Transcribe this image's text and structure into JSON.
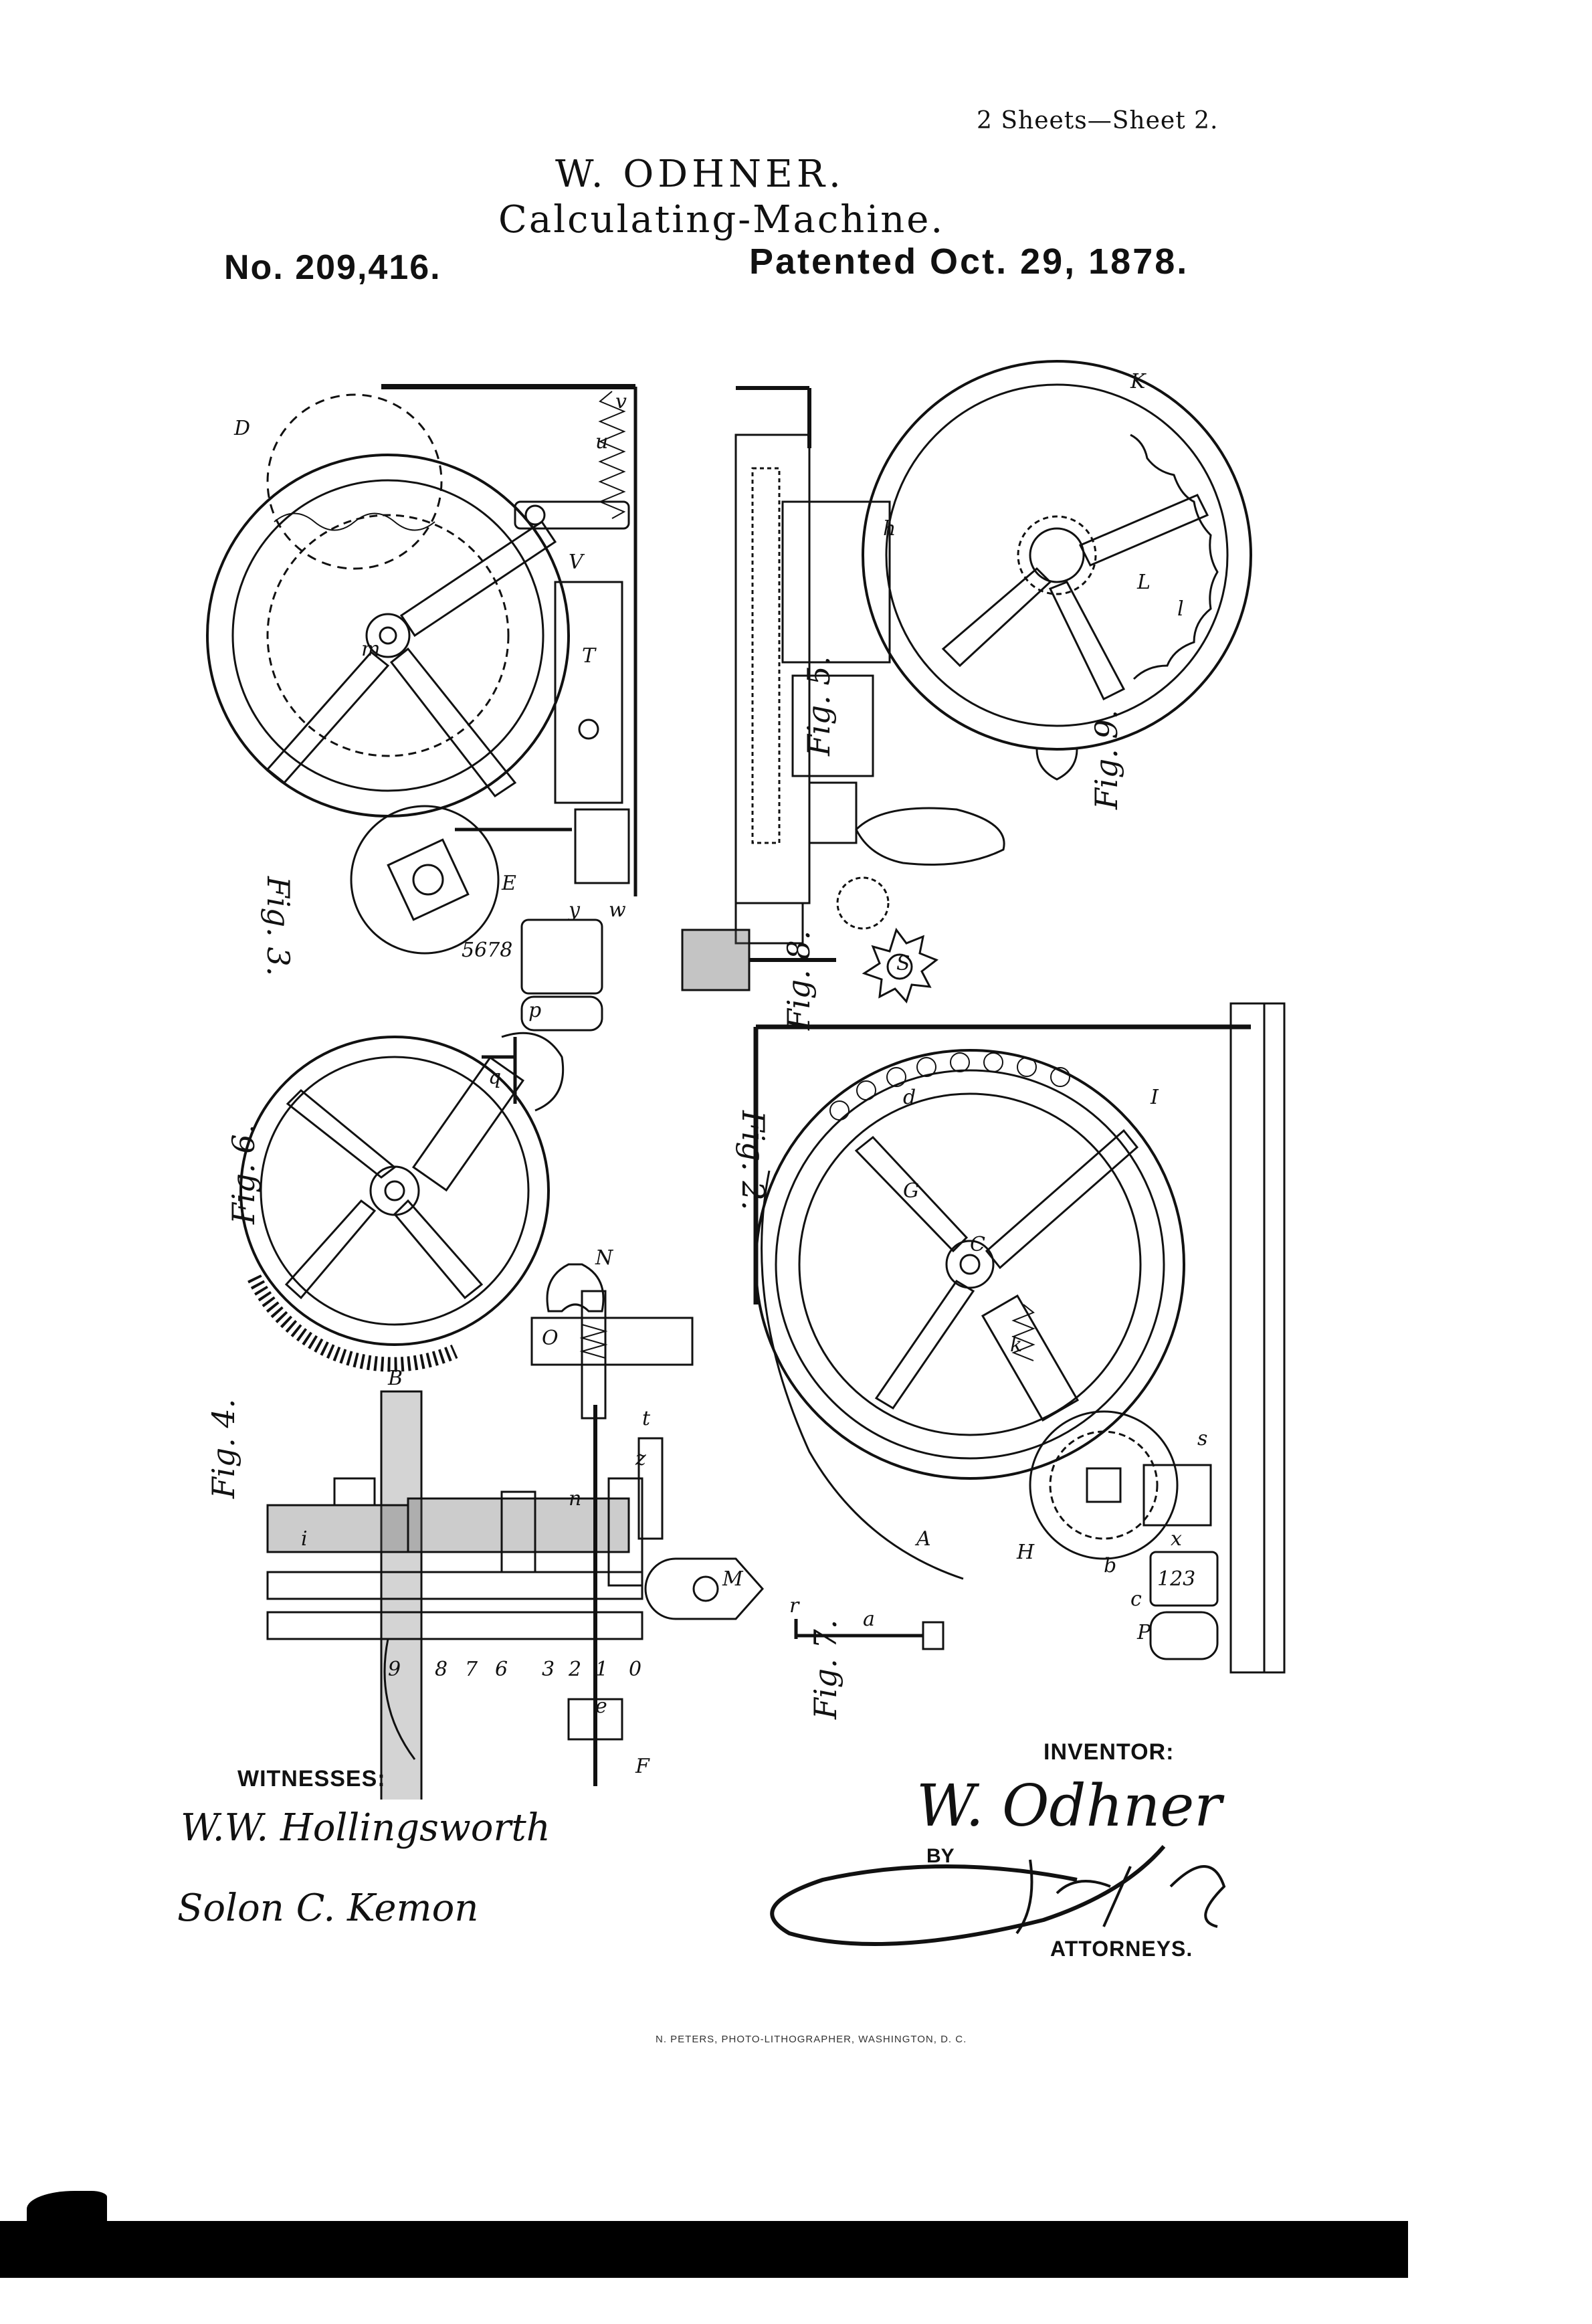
{
  "header": {
    "sheets": "2 Sheets—Sheet 2.",
    "inventor_name": "W. ODHNER.",
    "title": "Calculating-Machine.",
    "patent_number": "No. 209,416.",
    "patented_date": "Patented Oct. 29, 1878."
  },
  "figures": {
    "fig2": "Fig. 2.",
    "fig3": "Fig. 3.",
    "fig4": "Fig. 4.",
    "fig5": "Fig. 5.",
    "fig6": "Fig. 6.",
    "fig7": "Fig. 7.",
    "fig8": "Fig. 8.",
    "fig9": "Fig. 9.",
    "counter_digits_top": "5678",
    "counter_digits_bottom": "123",
    "fig4_digits": [
      "9",
      "8",
      "7",
      "6",
      "3",
      "2",
      "1",
      "0"
    ]
  },
  "labels": [
    "A",
    "B",
    "C",
    "D",
    "E",
    "F",
    "G",
    "H",
    "I",
    "K",
    "L",
    "M",
    "N",
    "O",
    "P",
    "S",
    "T",
    "V",
    "a",
    "b",
    "c",
    "d",
    "e",
    "h",
    "i",
    "k",
    "l",
    "m",
    "n",
    "p",
    "q",
    "r",
    "s",
    "t",
    "u",
    "v",
    "w",
    "x",
    "y",
    "z"
  ],
  "signatures": {
    "witnesses_label": "WITNESSES:",
    "witness_1": "W.W. Hollingsworth",
    "witness_2": "Solon C. Kemon",
    "inventor_label": "INVENTOR:",
    "inventor_signature": "W. Odhner",
    "by_label": "BY",
    "attorneys_label": "ATTORNEYS."
  },
  "imprint": "N. PETERS, PHOTO-LITHOGRAPHER, WASHINGTON, D. C."
}
